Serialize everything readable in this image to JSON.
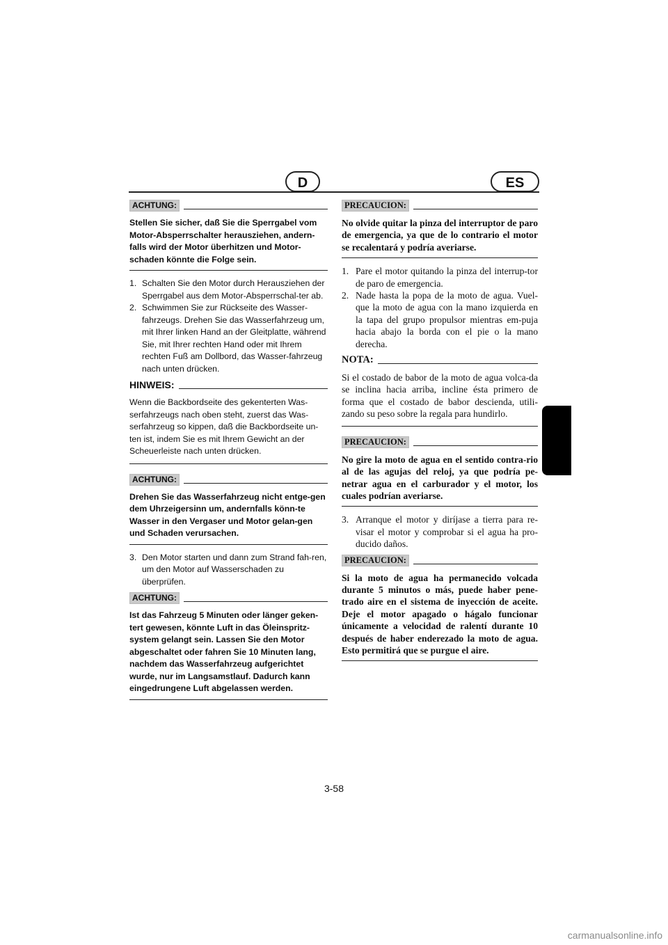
{
  "header": {
    "left_badge": "D",
    "right_badge": "ES"
  },
  "de": {
    "caution1": {
      "label": "ACHTUNG:",
      "text": "Stellen Sie sicher, daß Sie die Sperrgabel vom Motor-Absperrschalter herausziehen, andern-falls wird der Motor überhitzen und Motor-schaden könnte die Folge sein."
    },
    "steps1": [
      {
        "num": "1.",
        "text": "Schalten Sie den Motor durch Herausziehen der Sperrgabel aus dem Motor-Absperrschal-ter ab."
      },
      {
        "num": "2.",
        "text": "Schwimmen Sie zur Rückseite des Wasser-fahrzeugs. Drehen Sie das Wasserfahrzeug um, mit Ihrer linken Hand an der Gleitplatte, während Sie, mit Ihrer rechten Hand oder mit Ihrem rechten Fuß am Dollbord, das Wasser-fahrzeug nach unten drücken."
      }
    ],
    "note": {
      "label": "HINWEIS:",
      "text": "Wenn die Backbordseite des gekenterten Was-serfahrzeugs nach oben steht, zuerst das Was-serfahrzeug so kippen, daß die Backbordseite un-ten ist, indem Sie es mit Ihrem Gewicht an der Scheuerleiste nach unten drücken."
    },
    "caution2": {
      "label": "ACHTUNG:",
      "text": "Drehen Sie das Wasserfahrzeug nicht entge-gen dem Uhrzeigersinn um, andernfalls könn-te Wasser in den Vergaser und Motor gelan-gen und Schaden verursachen."
    },
    "steps2": [
      {
        "num": "3.",
        "text": "Den Motor starten und dann zum Strand fah-ren, um den Motor auf Wasserschaden zu überprüfen."
      }
    ],
    "caution3": {
      "label": "ACHTUNG:",
      "text": "Ist das Fahrzeug 5 Minuten oder länger geken-tert gewesen, könnte Luft in das Öleinspritz-system gelangt sein. Lassen Sie den Motor abgeschaltet oder fahren Sie 10 Minuten lang, nachdem das Wasserfahrzeug aufgerichtet wurde, nur im Langsamstlauf. Dadurch kann eingedrungene Luft abgelassen werden."
    }
  },
  "es": {
    "caution1": {
      "label": "PRECAUCION:",
      "text": "No olvide quitar la pinza del interruptor de paro de emergencia, ya que de lo contrario el motor se recalentará y podría averiarse."
    },
    "steps1": [
      {
        "num": "1.",
        "text": "Pare el motor quitando la pinza del interrup-tor de paro de emergencia."
      },
      {
        "num": "2.",
        "text": "Nade hasta la popa de la moto de agua. Vuel-que la moto de agua con la mano izquierda en la tapa del grupo propulsor mientras em-puja hacia abajo la borda con el pie o la mano derecha."
      }
    ],
    "note": {
      "label": "NOTA:",
      "text": "Si el costado de babor de la moto de agua volca-da se inclina hacia arriba, incline ésta primero de forma que el costado de babor descienda, utili-zando su peso sobre la regala para hundirlo."
    },
    "caution2": {
      "label": "PRECAUCION:",
      "text": "No gire la moto de agua en el sentido contra-rio al de las agujas del reloj, ya que podría pe-netrar agua en el carburador y el motor, los cuales podrían averiarse."
    },
    "steps2": [
      {
        "num": "3.",
        "text": "Arranque el motor y diríjase a tierra para re-visar el motor y comprobar si el agua ha pro-ducido daños."
      }
    ],
    "caution3": {
      "label": "PRECAUCION:",
      "text": "Si la moto de agua ha permanecido volcada durante 5 minutos o más, puede haber pene-trado aire en el sistema de inyección de aceite. Deje el motor apagado o hágalo funcionar únicamente a velocidad de ralentí durante 10 después de haber enderezado la moto de agua. Esto permitirá que se purgue el aire."
    }
  },
  "footer": {
    "page_number": "3-58",
    "watermark": "carmanualsonline.info"
  }
}
